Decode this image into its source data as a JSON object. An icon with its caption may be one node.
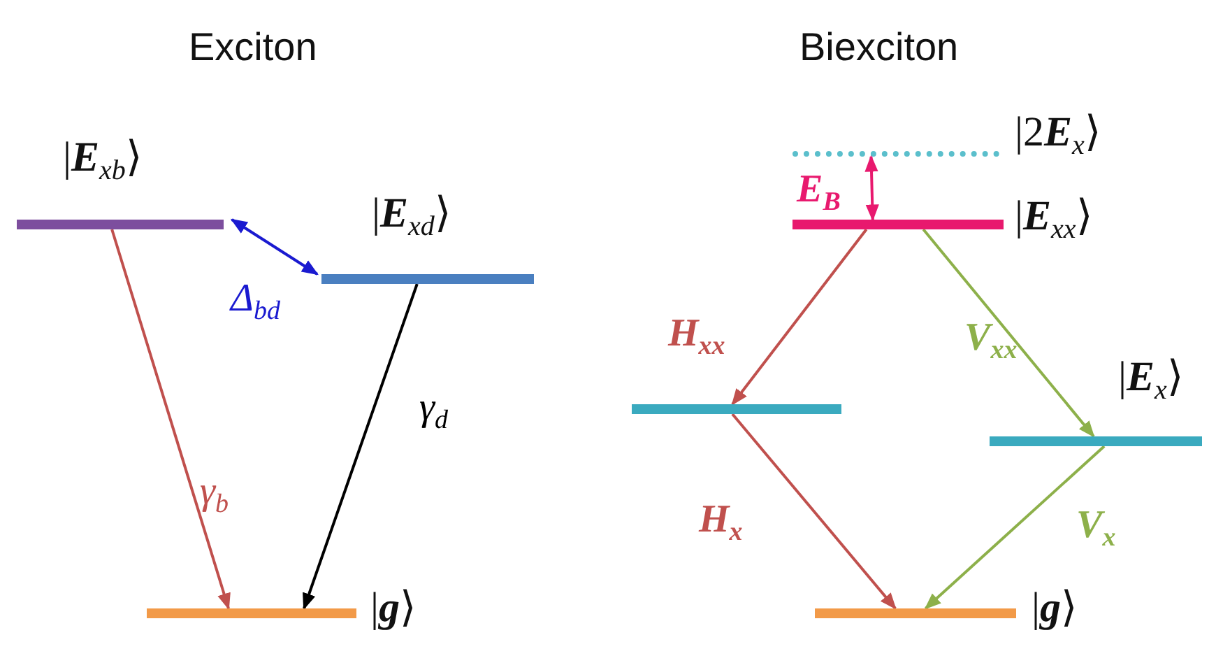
{
  "diagram": {
    "nodes": [
      {
        "text": [],
        "shape": "bar",
        "beside": [
          "|**E**$_{xb}$⟩"
        ]
      },
      {
        "text": [],
        "shape": "bar",
        "beside": [
          "|**E**$_{xd}$⟩"
        ]
      },
      {
        "text": [],
        "shape": "bar",
        "beside": [
          "|**g**⟩"
        ]
      },
      {
        "text": [],
        "shape": "line",
        "beside": [
          "|2**E**$_{x}$⟩"
        ]
      },
      {
        "text": [],
        "shape": "bar",
        "beside": [
          "|**E**$_{xx}$⟩"
        ]
      },
      {
        "text": [],
        "shape": "bar"
      },
      {
        "text": [],
        "shape": "bar",
        "beside": [
          "|**E**$_{x}$⟩"
        ]
      },
      {
        "text": [],
        "shape": "bar",
        "beside": [
          "|**g**⟩"
        ]
      }
    ],
    "edges": [
      {
        "from": 0,
        "to": 2,
        "arrow": "to",
        "label": "γ$_{b}$",
        "color": "#c0504d"
      },
      {
        "from": 1,
        "to": 2,
        "arrow": "to",
        "label": "γ$_{d}$",
        "color": "#000000"
      },
      {
        "from": 0,
        "to": 1,
        "arrow": "both",
        "label": "Δ$_{bd}$",
        "color": "#1a1ad0"
      },
      {
        "from": 4,
        "to": 3,
        "arrow": "both",
        "label": "E$_{B}$",
        "color": "#e8196e"
      },
      {
        "from": 4,
        "to": 5,
        "arrow": "to",
        "label": "H$_{xx}$",
        "color": "#c0504d"
      },
      {
        "from": 4,
        "to": 6,
        "arrow": "to",
        "label": "V$_{xx}$",
        "color": "#8db04a"
      },
      {
        "from": 5,
        "to": 7,
        "arrow": "to",
        "label": "H$_{x}$",
        "color": "#c0504d"
      },
      {
        "from": 6,
        "to": 7,
        "arrow": "to",
        "label": "V$_{x}$",
        "color": "#8db04a"
      }
    ],
    "labels": [
      "Exciton",
      "Biexciton"
    ]
  }
}
